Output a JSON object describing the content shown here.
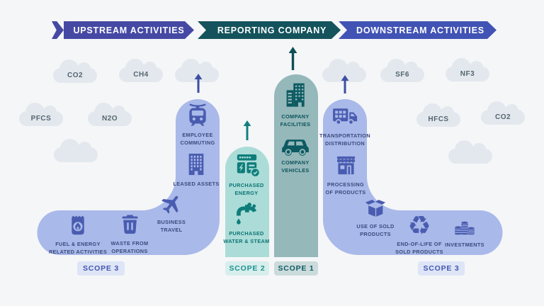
{
  "banners": {
    "upstream": "UPSTREAM ACTIVITIES",
    "reporting": "REPORTING COMPANY",
    "downstream": "DOWNSTREAM ACTIVITIES"
  },
  "gases": {
    "co2_left": "CO2",
    "ch4": "CH4",
    "pfcs": "PFCS",
    "n2o": "N2O",
    "sf6": "SF6",
    "nf3": "NF3",
    "hfcs": "HFCS",
    "co2_right": "CO2"
  },
  "scope1": {
    "badge": "SCOPE 1",
    "items": [
      {
        "icon": "company-building",
        "label": "COMPANY\nFACILITIES"
      },
      {
        "icon": "car",
        "label": "COMPANY\nVEHICLES"
      }
    ]
  },
  "scope2": {
    "badge": "SCOPE 2",
    "items": [
      {
        "icon": "energy-meter",
        "label": "PURCHASED\nENERGY"
      },
      {
        "icon": "faucet",
        "label": "PURCHASED\nWATER & STEAM"
      }
    ]
  },
  "scope3_upstream": {
    "badge": "SCOPE 3",
    "items": [
      {
        "icon": "tram",
        "label": "EMPLOYEE\nCOMMUTING"
      },
      {
        "icon": "office-building",
        "label": "LEASED ASSETS"
      },
      {
        "icon": "airplane",
        "label": "BUSINESS\nTRAVEL"
      },
      {
        "icon": "fuel-bag",
        "label": "FUEL & ENERGY\nRELATED ACTIVITIES"
      },
      {
        "icon": "trash-can",
        "label": "WASTE FROM\nOPERATIONS"
      }
    ]
  },
  "scope3_downstream": {
    "badge": "SCOPE 3",
    "items": [
      {
        "icon": "truck",
        "label": "TRANSPORTATION\nDISTRIBUTION"
      },
      {
        "icon": "store",
        "label": "PROCESSING\nOF PRODUCTS"
      },
      {
        "icon": "open-box",
        "label": "USE OF SOLD\nPRODUCTS"
      },
      {
        "icon": "recycle",
        "label": "END-OF-LIFE OF\nSOLD PRODUCTS"
      },
      {
        "icon": "coins",
        "label": "INVESTMENTS"
      }
    ]
  },
  "icons": {
    "recycle_glyph": "♻"
  },
  "colors": {
    "background": "#f5f6f8",
    "upstream_banner": "#4549a4",
    "reporting_banner": "#14535c",
    "downstream_banner": "#4153b4",
    "scope3_band": "#a9b9e9",
    "scope3_icon": "#4a5cb0",
    "scope3_label": "#3b4a7e",
    "scope2_band": "#abdcd8",
    "scope2_icon": "#0e7d7a",
    "scope1_band": "#95b8ba",
    "scope1_icon": "#0c5a62",
    "cloud": "#e3e8ee",
    "cloud_text": "#54656f",
    "badge_scope3_bg": "#dde5f6",
    "badge_scope3_text": "#4356b0",
    "badge_scope2_bg": "#d7eeec",
    "badge_scope2_text": "#1a9390",
    "badge_scope1_bg": "#cbdbdc",
    "badge_scope1_text": "#0d5b63"
  }
}
